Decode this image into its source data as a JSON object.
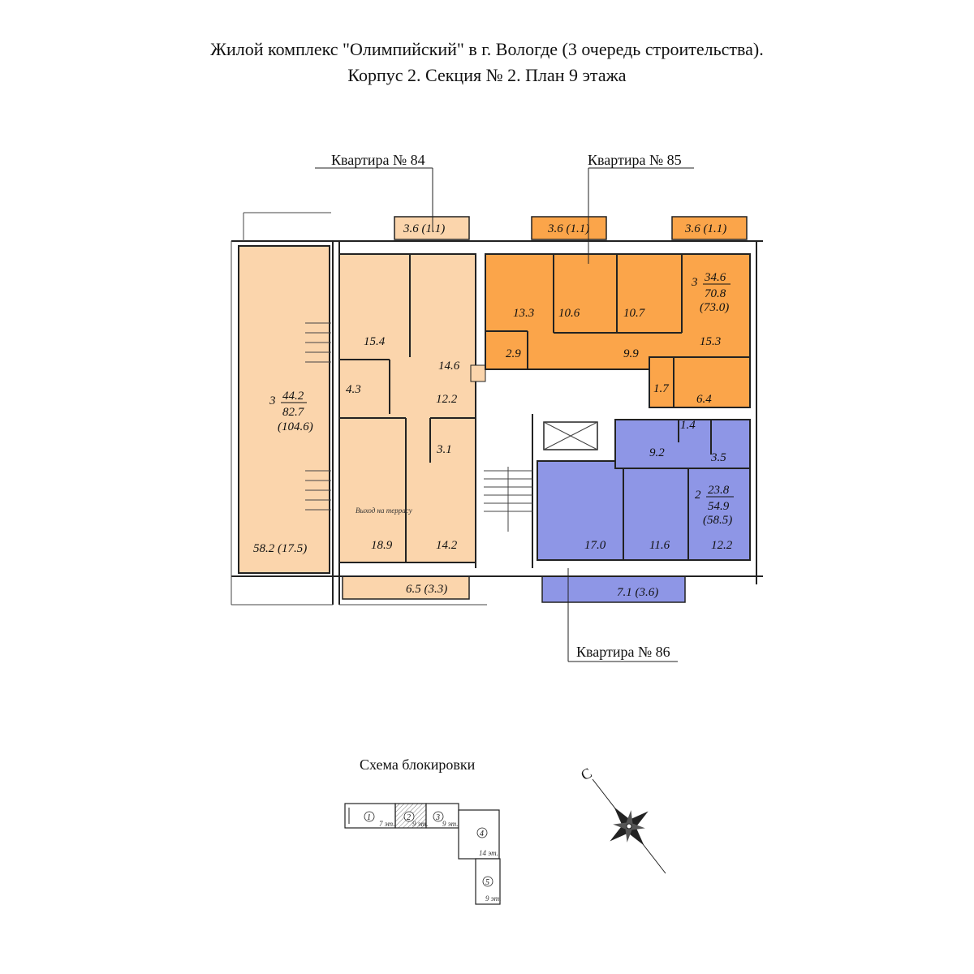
{
  "header": {
    "line1": "Жилой комплекс \"Олимпийский\" в г. Вологде (3 очередь строительства).",
    "line2": "Корпус 2. Секция № 2. План 9 этажа"
  },
  "colors": {
    "apt84": "#fbd5ac",
    "apt85": "#fba54a",
    "apt86": "#8e96e6",
    "wall": "#222222"
  },
  "apartments": {
    "a84": {
      "label": "Квартира № 84",
      "rooms": "3",
      "living": "44.2",
      "total": "82.7",
      "total_with_balcony": "(104.6)",
      "areas": [
        "15.4",
        "14.6",
        "4.3",
        "12.2",
        "3.1",
        "18.9",
        "14.2"
      ],
      "balcony_top": "3.6 (1.1)",
      "balcony_bottom": "6.5 (3.3)",
      "terrace": "58.2 (17.5)",
      "terrace_exit": "Выход на террасу"
    },
    "a85": {
      "label": "Квартира № 85",
      "rooms": "3",
      "living": "34.6",
      "total": "70.8",
      "total_with_balcony": "(73.0)",
      "areas": [
        "13.3",
        "10.6",
        "10.7",
        "15.3",
        "2.9",
        "9.9",
        "1.7",
        "6.4"
      ],
      "balcony_1": "3.6 (1.1)",
      "balcony_2": "3.6 (1.1)"
    },
    "a86": {
      "label": "Квартира № 86",
      "rooms": "2",
      "living": "23.8",
      "total": "54.9",
      "total_with_balcony": "(58.5)",
      "areas": [
        "1.4",
        "9.2",
        "3.5",
        "17.0",
        "11.6",
        "12.2"
      ],
      "balcony": "7.1 (3.6)"
    }
  },
  "scheme": {
    "title": "Схема блокировки",
    "blocks": [
      {
        "num": "1",
        "floors": "7 эт."
      },
      {
        "num": "2",
        "floors": "9 эт."
      },
      {
        "num": "3",
        "floors": "9 эт."
      },
      {
        "num": "4",
        "floors": "14 эт."
      },
      {
        "num": "5",
        "floors": "9 эт."
      }
    ]
  },
  "compass": {
    "north_label": "С"
  }
}
